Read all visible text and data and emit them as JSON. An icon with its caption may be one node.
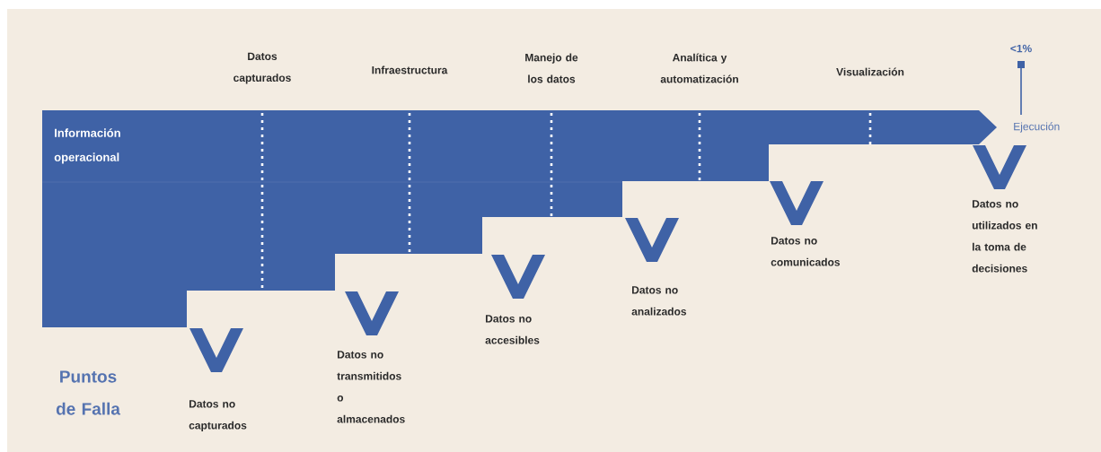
{
  "diagram": {
    "nodes": [
      {
        "text": [
          "Información operacional"
        ]
      }
    ],
    "labels": [
      "Datos capturados",
      "Infraestructura",
      "Manejo de los datos",
      "Analítica y automatización",
      "Visualización",
      "<1%",
      "Ejecución",
      "Datos no utilizados en la toma de decisiones",
      "Datos no comunicados",
      "Datos no analizados",
      "Datos no accesibles",
      "Datos no transmitidos o almacenados",
      "Puntos de Falla",
      "Datos no capturados"
    ]
  }
}
